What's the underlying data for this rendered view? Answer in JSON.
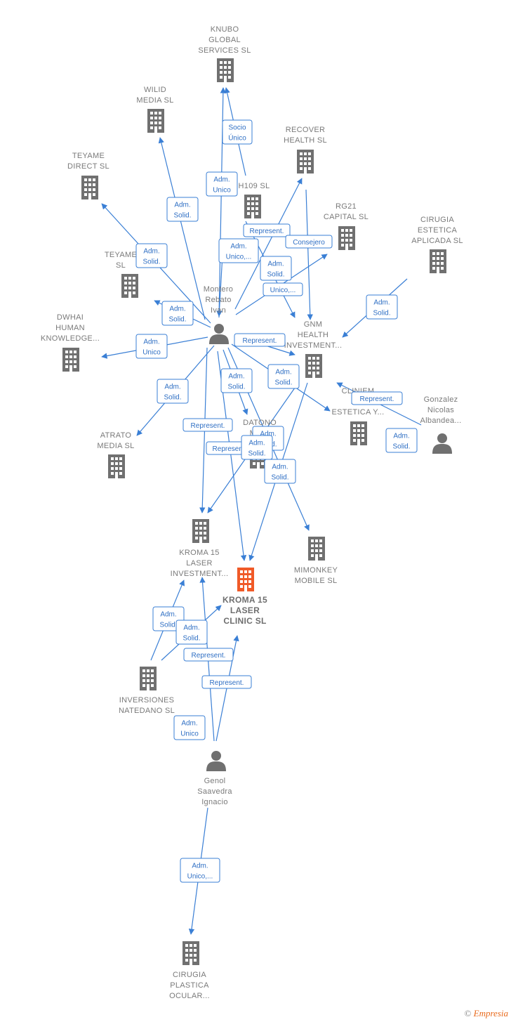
{
  "colors": {
    "edge": "#3a7fd5",
    "building": "#707070",
    "building_main": "#f05a28",
    "person": "#707070"
  },
  "nodes": [
    {
      "id": "knubo",
      "kind": "company",
      "lines": [
        "KNUBO",
        "GLOBAL",
        "SERVICES  SL"
      ]
    },
    {
      "id": "wilid",
      "kind": "company",
      "lines": [
        "WILID",
        "MEDIA  SL"
      ]
    },
    {
      "id": "recover",
      "kind": "company",
      "lines": [
        "RECOVER",
        "HEALTH  SL"
      ]
    },
    {
      "id": "teyame_direct",
      "kind": "company",
      "lines": [
        "TEYAME",
        "DIRECT  SL"
      ]
    },
    {
      "id": "h109",
      "kind": "company",
      "lines": [
        "H109  SL"
      ]
    },
    {
      "id": "rg21",
      "kind": "company",
      "lines": [
        "RG21",
        "CAPITAL  SL"
      ]
    },
    {
      "id": "cirugia_estetica",
      "kind": "company",
      "lines": [
        "CIRUGIA",
        "ESTETICA",
        "APLICADA  SL"
      ]
    },
    {
      "id": "teyame2",
      "kind": "company",
      "lines": [
        "TEYAME",
        "SL"
      ]
    },
    {
      "id": "montero",
      "kind": "person",
      "lines": [
        "Montero",
        "Rebato",
        "Ivan"
      ]
    },
    {
      "id": "dwhai",
      "kind": "company",
      "lines": [
        "DWHAI",
        "HUMAN",
        "KNOWLEDGE..."
      ]
    },
    {
      "id": "gnm",
      "kind": "company",
      "lines": [
        "GNM",
        "HEALTH",
        "INVESTMENT..."
      ]
    },
    {
      "id": "clinica",
      "kind": "company",
      "lines": [
        "CLINIEM",
        "MEI",
        "ESTETICA Y..."
      ]
    },
    {
      "id": "gonzalez",
      "kind": "person",
      "lines": [
        "Gonzalez",
        "Nicolas",
        "Albandea..."
      ]
    },
    {
      "id": "datono",
      "kind": "company",
      "lines": [
        "DATONO",
        "MEDI",
        "SL"
      ]
    },
    {
      "id": "atrato",
      "kind": "company",
      "lines": [
        "ATRATO",
        "MEDIA  SL"
      ]
    },
    {
      "id": "kroma_inv",
      "kind": "company",
      "lines": [
        "KROMA 15",
        "LASER",
        "INVESTMENT..."
      ]
    },
    {
      "id": "mimonkey",
      "kind": "company",
      "lines": [
        "MIMONKEY",
        "MOBILE  SL"
      ]
    },
    {
      "id": "kroma_clinic",
      "kind": "main",
      "lines": [
        "KROMA 15",
        "LASER",
        "CLINIC  SL"
      ]
    },
    {
      "id": "inversiones",
      "kind": "company",
      "lines": [
        "INVERSIONES",
        "NATEDANO  SL"
      ]
    },
    {
      "id": "genol",
      "kind": "person",
      "lines": [
        "Genol",
        "Saavedra",
        "Ignacio"
      ]
    },
    {
      "id": "cirugia_plastica",
      "kind": "company",
      "lines": [
        "CIRUGIA",
        "PLASTICA",
        "OCULAR..."
      ]
    }
  ],
  "relations": [
    {
      "id": "r1",
      "lines": [
        "Socio",
        "Único"
      ]
    },
    {
      "id": "r2",
      "lines": [
        "Adm.",
        "Unico"
      ]
    },
    {
      "id": "r3",
      "lines": [
        "Adm.",
        "Solid."
      ]
    },
    {
      "id": "r4",
      "lines": [
        "Represent."
      ]
    },
    {
      "id": "r5",
      "lines": [
        "Consejero"
      ]
    },
    {
      "id": "r6",
      "lines": [
        "Adm.",
        "Unico,..."
      ]
    },
    {
      "id": "r7",
      "lines": [
        "Adm.",
        "Solid."
      ]
    },
    {
      "id": "r8",
      "lines": [
        "Unico,..."
      ]
    },
    {
      "id": "r9",
      "lines": [
        "Adm.",
        "Solid."
      ]
    },
    {
      "id": "r10",
      "lines": [
        "Adm.",
        "Solid."
      ]
    },
    {
      "id": "r11",
      "lines": [
        "Adm.",
        "Solid."
      ]
    },
    {
      "id": "r12",
      "lines": [
        "Represent."
      ]
    },
    {
      "id": "r13",
      "lines": [
        "Adm.",
        "Unico"
      ]
    },
    {
      "id": "r14",
      "lines": [
        "Adm.",
        "Solid."
      ]
    },
    {
      "id": "r15",
      "lines": [
        "Adm.",
        "Solid."
      ]
    },
    {
      "id": "r16",
      "lines": [
        "Represent."
      ]
    },
    {
      "id": "r17",
      "lines": [
        "Adm.",
        "Solid."
      ]
    },
    {
      "id": "r18",
      "lines": [
        "Represent."
      ]
    },
    {
      "id": "r19",
      "lines": [
        "Represent."
      ]
    },
    {
      "id": "r20",
      "lines": [
        "Adm.",
        "Solid."
      ]
    },
    {
      "id": "r21",
      "lines": [
        "Adm.",
        "Solid."
      ]
    },
    {
      "id": "r22",
      "lines": [
        "Adm.",
        "Solid."
      ]
    },
    {
      "id": "r23",
      "lines": [
        "Adm.",
        "Solid."
      ]
    },
    {
      "id": "r24",
      "lines": [
        "Adm.",
        "Solid."
      ]
    },
    {
      "id": "r25",
      "lines": [
        "Adm.",
        "Solid."
      ]
    },
    {
      "id": "r26",
      "lines": [
        "Represent."
      ]
    },
    {
      "id": "r27",
      "lines": [
        "Represent."
      ]
    },
    {
      "id": "r28",
      "lines": [
        "Adm.",
        "Unico"
      ]
    },
    {
      "id": "r29",
      "lines": [
        "Adm.",
        "Unico,..."
      ]
    }
  ],
  "brand": {
    "copyright": "©",
    "name_initial": "E",
    "name_rest": "mpresia"
  }
}
